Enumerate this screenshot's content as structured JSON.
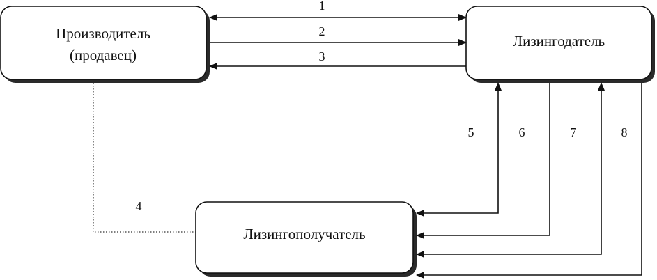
{
  "nodes": {
    "producer": {
      "line1": "Производитель",
      "line2": "(продавец)"
    },
    "lessor": {
      "label": "Лизингодатель"
    },
    "lessee": {
      "label": "Лизингополучатель"
    }
  },
  "flows": {
    "f1": "1",
    "f2": "2",
    "f3": "3",
    "f4": "4",
    "f5": "5",
    "f6": "6",
    "f7": "7",
    "f8": "8"
  }
}
